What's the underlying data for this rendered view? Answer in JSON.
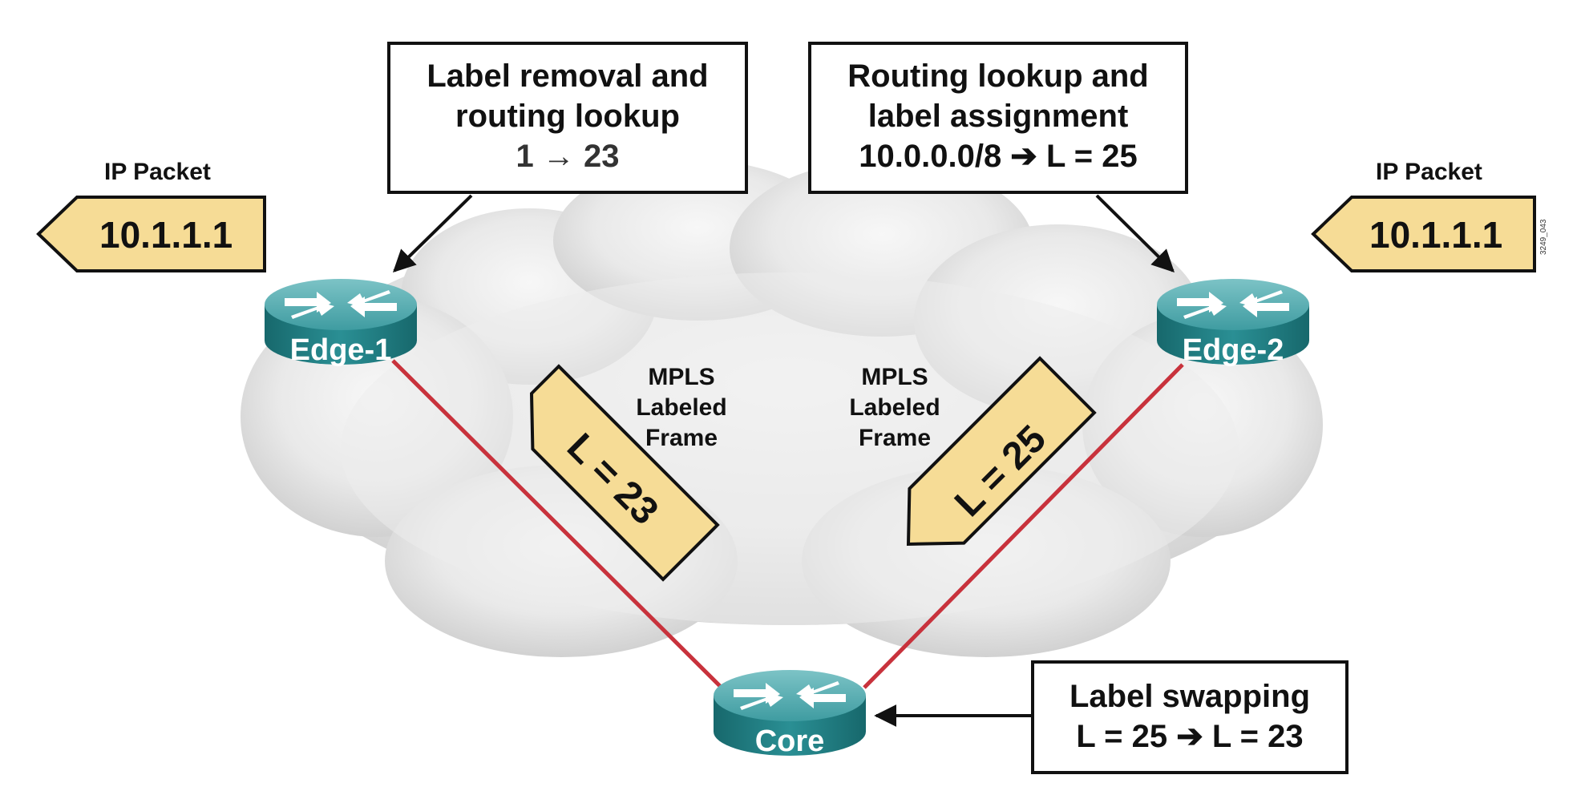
{
  "callouts": {
    "left": {
      "line1": "Label removal and",
      "line2": "routing lookup",
      "struck": "1 → 23"
    },
    "right": {
      "line1": "Routing lookup and",
      "line2": "label assignment",
      "line3": "10.0.0.0/8 ➔ L = 25"
    },
    "core": {
      "line1": "Label swapping",
      "line2": "L = 25 ➔ L = 23"
    }
  },
  "packets": {
    "left": {
      "title": "IP Packet",
      "value": "10.1.1.1"
    },
    "right": {
      "title": "IP Packet",
      "value": "10.1.1.1"
    }
  },
  "frames": {
    "left": {
      "caption1": "MPLS",
      "caption2": "Labeled",
      "caption3": "Frame",
      "label": "L = 23"
    },
    "right": {
      "caption1": "MPLS",
      "caption2": "Labeled",
      "caption3": "Frame",
      "label": "L = 25"
    }
  },
  "routers": {
    "edge1": "Edge-1",
    "edge2": "Edge-2",
    "core": "Core"
  },
  "figure_id": "3249_043",
  "colors": {
    "link": "#c8323c",
    "tag_fill": "#f6dc96",
    "router_top": "#4aa4a8",
    "router_side": "#1f7378",
    "cloud": "#e6e6e6"
  }
}
